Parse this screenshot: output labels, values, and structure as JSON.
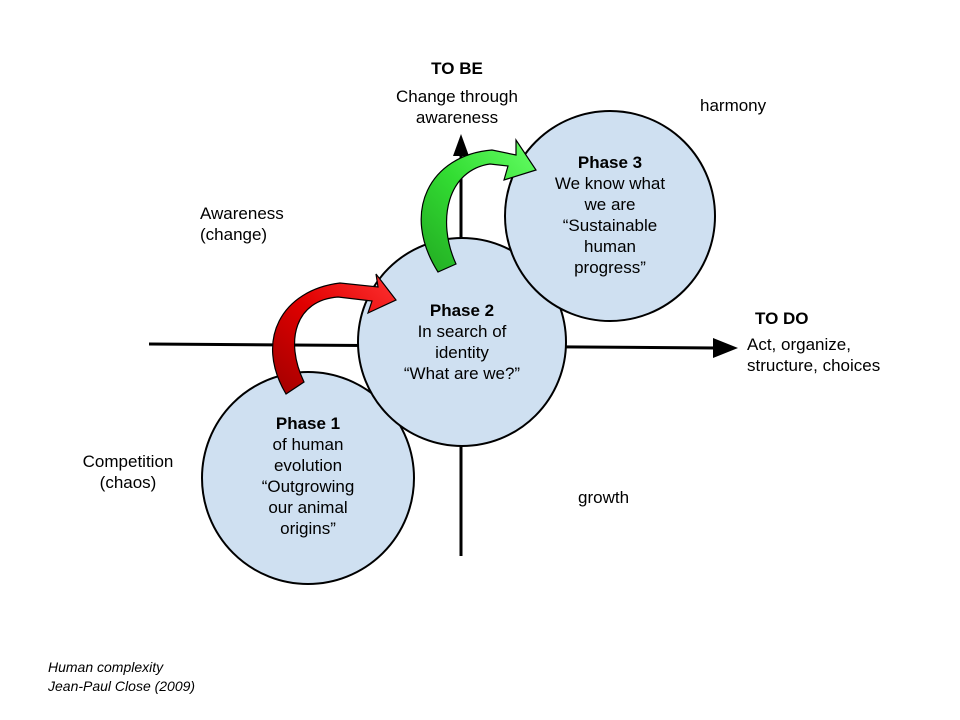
{
  "axes": {
    "vertical": {
      "title": "TO BE",
      "subtitle": [
        "Change through",
        "awareness"
      ]
    },
    "horizontal": {
      "title": "TO DO",
      "subtitle": [
        "Act, organize,",
        "structure, choices"
      ]
    }
  },
  "quadrants": {
    "top_right": "harmony",
    "top_left": [
      "Awareness",
      "(change)"
    ],
    "bottom_left": [
      "Competition",
      "(chaos)"
    ],
    "bottom_right": "growth"
  },
  "phases": [
    {
      "title": "Phase 1",
      "lines": [
        "of human",
        "evolution",
        "“Outgrowing",
        "our animal",
        "origins”"
      ]
    },
    {
      "title": "Phase 2",
      "lines": [
        "In search of",
        "identity",
        "“What are we?”"
      ]
    },
    {
      "title": "Phase 3",
      "lines": [
        "We know what",
        "we are",
        "“Sustainable",
        "human",
        "progress”"
      ]
    }
  ],
  "colors": {
    "circle_fill": "#cfe0f1",
    "circle_stroke": "#000000",
    "arrow_red": "#e00000",
    "arrow_green": "#22dd22",
    "axis": "#000000"
  },
  "caption": [
    "Human complexity",
    "Jean-Paul Close (2009)"
  ]
}
